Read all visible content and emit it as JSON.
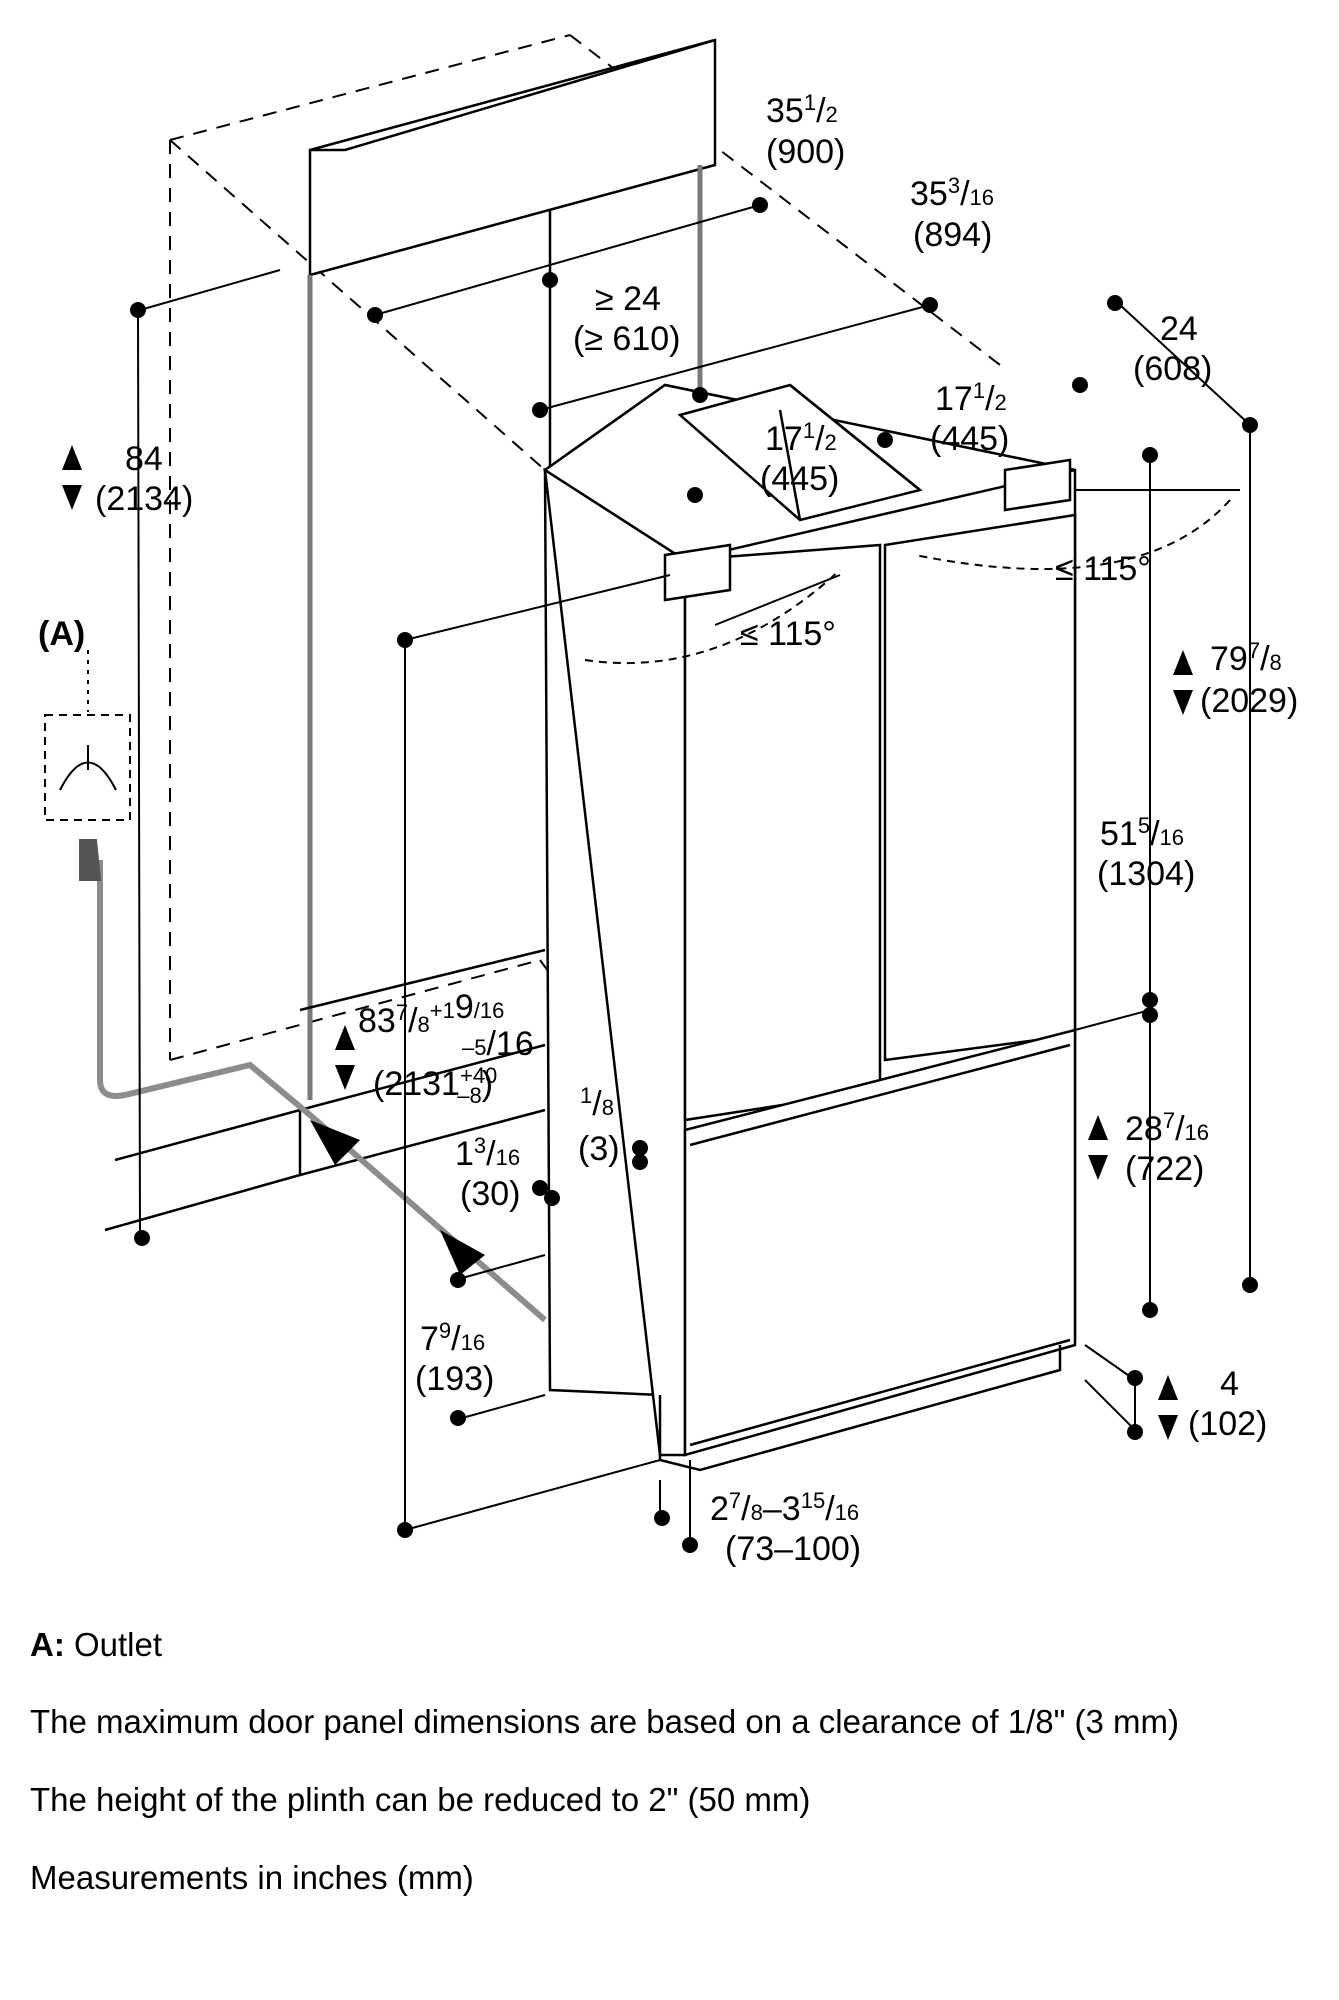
{
  "dimensions": {
    "width_total": {
      "a": "35",
      "b": "1",
      "c": "/",
      "d": "2",
      "mm": "(900)"
    },
    "width_inner": {
      "a": "35",
      "b": "3",
      "c": "/",
      "d": "16",
      "mm": "(894)"
    },
    "depth_min": {
      "in": "≥ 24",
      "mm": "(≥ 610)"
    },
    "depth": {
      "in": "24",
      "mm": "(608)"
    },
    "door_left": {
      "a": "17",
      "b": "1",
      "c": "/",
      "d": "2",
      "mm": "(445)"
    },
    "door_right": {
      "a": "17",
      "b": "1",
      "c": "/",
      "d": "2",
      "mm": "(445)"
    },
    "angle_left": "≤ 115°",
    "angle_right": "≤ 115°",
    "niche_height": {
      "in": "84",
      "mm": "(2134)"
    },
    "total_height": {
      "a": "79",
      "b": "7",
      "c": "/",
      "d": "8",
      "mm": "(2029)"
    },
    "upper_door": {
      "a": "51",
      "b": "5",
      "c": "/",
      "d": "16",
      "mm": "(1304)"
    },
    "lower_door": {
      "a": "28",
      "b": "7",
      "c": "/",
      "d": "16",
      "mm": "(722)"
    },
    "plinth": {
      "in": "4",
      "mm": "(102)"
    },
    "panel_height": {
      "a": "83",
      "b": "7",
      "c": "/",
      "d": "8",
      "tol_plus": "+1",
      "tol_plus_num": "9",
      "tol_plus_den": "/16",
      "tol_minus": "–5",
      "tol_minus_den": "/16",
      "mm": "(2131",
      "mm_tol_plus": "+40",
      "mm_tol_minus": "–8",
      "mm_close": ")"
    },
    "gap": {
      "a": "1",
      "c": "/",
      "d": "8",
      "mm": "(3)"
    },
    "side_gap": {
      "a": "1",
      "b": "3",
      "c": "/",
      "d": "16",
      "mm": "(30)"
    },
    "plinth_depth": {
      "a": "7",
      "b": "9",
      "c": "/",
      "d": "16",
      "mm": "(193)"
    },
    "toe_kick": {
      "a": "2",
      "b": "7",
      "c": "/",
      "d": "8",
      "dash": "–3",
      "e": "15",
      "f": "/",
      "g": "16",
      "mm": "(73–100)"
    },
    "outlet_label": "(A)"
  },
  "notes": [
    {
      "key": "A:",
      "text": " Outlet"
    },
    {
      "key": "",
      "text": "The maximum door panel dimensions are based on a clearance of 1/8\" (3 mm)"
    },
    {
      "key": "",
      "text": "The height of the plinth can be reduced to 2\" (50 mm)"
    },
    {
      "key": "",
      "text": "Measurements in inches (mm)"
    }
  ],
  "colors": {
    "line": "#000000",
    "hose": "#8c8c8c",
    "background": "#ffffff"
  }
}
